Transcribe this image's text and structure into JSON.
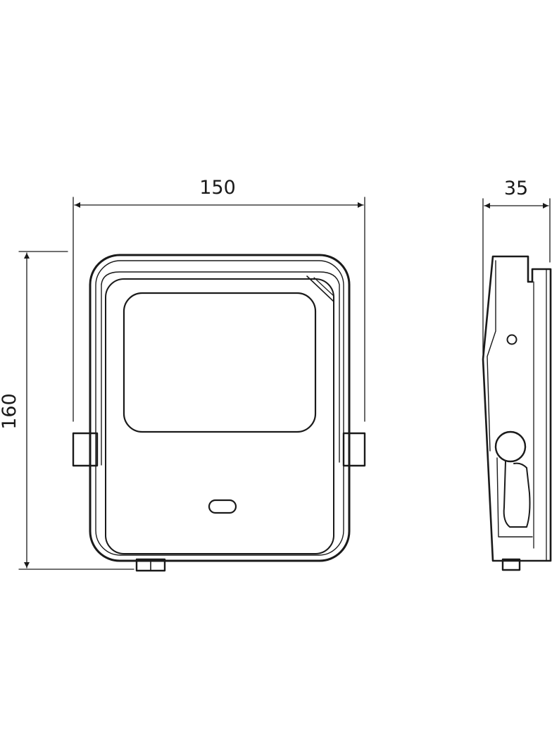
{
  "dimensions": {
    "width": "150",
    "height": "160",
    "depth": "35"
  },
  "colors": {
    "line": "#1a1a1a",
    "background": "#ffffff"
  }
}
